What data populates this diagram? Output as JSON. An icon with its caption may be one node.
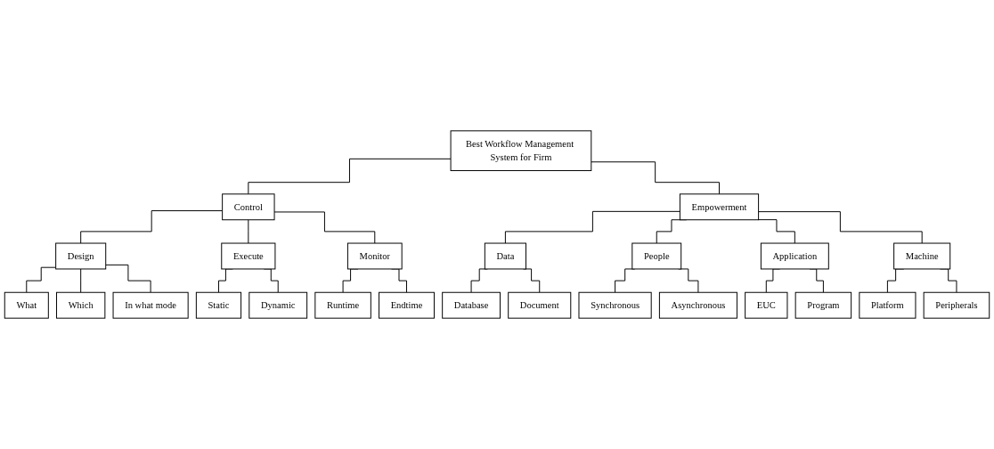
{
  "diagram": {
    "nodes": [
      {
        "text": [
          "Best Workflow Management System for Firm"
        ]
      },
      {
        "text": [
          "Control"
        ]
      },
      {
        "text": [
          "Empowerment"
        ]
      },
      {
        "text": [
          "Design"
        ]
      },
      {
        "text": [
          "Execute"
        ]
      },
      {
        "text": [
          "Monitor"
        ]
      },
      {
        "text": [
          "Data"
        ]
      },
      {
        "text": [
          "People"
        ]
      },
      {
        "text": [
          "Application"
        ]
      },
      {
        "text": [
          "Machine"
        ]
      },
      {
        "text": [
          "What"
        ]
      },
      {
        "text": [
          "Which"
        ]
      },
      {
        "text": [
          "In what mode"
        ]
      },
      {
        "text": [
          "Static"
        ]
      },
      {
        "text": [
          "Dynamic"
        ]
      },
      {
        "text": [
          "Runtime"
        ]
      },
      {
        "text": [
          "Endtime"
        ]
      },
      {
        "text": [
          "Database"
        ]
      },
      {
        "text": [
          "Document"
        ]
      },
      {
        "text": [
          "Synchronous"
        ]
      },
      {
        "text": [
          "Asynchronous"
        ]
      },
      {
        "text": [
          "EUC"
        ]
      },
      {
        "text": [
          "Program"
        ]
      },
      {
        "text": [
          "Platform"
        ]
      },
      {
        "text": [
          "Peripherals"
        ]
      }
    ],
    "edges": [
      {
        "from": 0,
        "to": 1,
        "arrow": "none"
      },
      {
        "from": 0,
        "to": 2,
        "arrow": "none"
      },
      {
        "from": 1,
        "to": 3,
        "arrow": "none"
      },
      {
        "from": 1,
        "to": 4,
        "arrow": "none"
      },
      {
        "from": 1,
        "to": 5,
        "arrow": "none"
      },
      {
        "from": 2,
        "to": 6,
        "arrow": "none"
      },
      {
        "from": 2,
        "to": 7,
        "arrow": "none"
      },
      {
        "from": 2,
        "to": 8,
        "arrow": "none"
      },
      {
        "from": 2,
        "to": 9,
        "arrow": "none"
      },
      {
        "from": 3,
        "to": 10,
        "arrow": "none"
      },
      {
        "from": 3,
        "to": 11,
        "arrow": "none"
      },
      {
        "from": 3,
        "to": 12,
        "arrow": "none"
      },
      {
        "from": 4,
        "to": 13,
        "arrow": "none"
      },
      {
        "from": 4,
        "to": 14,
        "arrow": "none"
      },
      {
        "from": 5,
        "to": 15,
        "arrow": "none"
      },
      {
        "from": 5,
        "to": 16,
        "arrow": "none"
      },
      {
        "from": 6,
        "to": 17,
        "arrow": "none"
      },
      {
        "from": 6,
        "to": 18,
        "arrow": "none"
      },
      {
        "from": 7,
        "to": 19,
        "arrow": "none"
      },
      {
        "from": 7,
        "to": 20,
        "arrow": "none"
      },
      {
        "from": 8,
        "to": 21,
        "arrow": "none"
      },
      {
        "from": 8,
        "to": 22,
        "arrow": "none"
      },
      {
        "from": 9,
        "to": 23,
        "arrow": "none"
      },
      {
        "from": 9,
        "to": 24,
        "arrow": "none"
      }
    ]
  }
}
